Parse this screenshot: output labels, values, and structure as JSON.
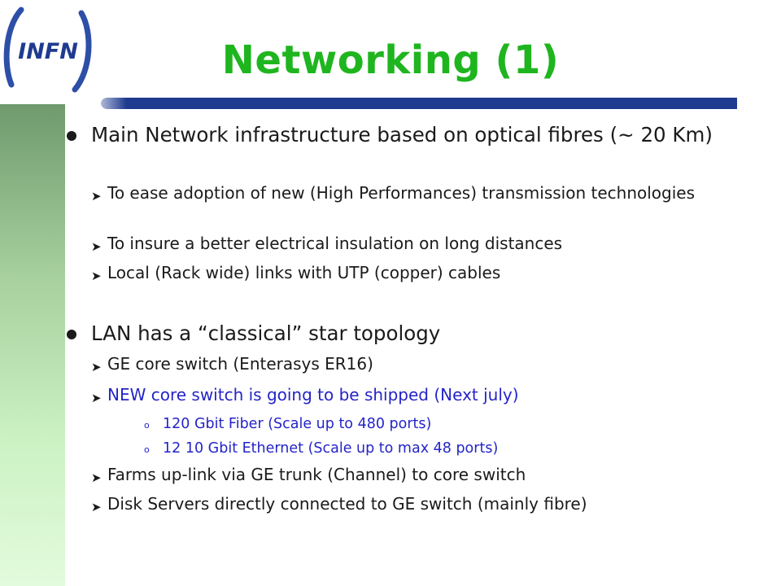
{
  "logo": {
    "text": "INFN",
    "colors": {
      "primary": "#1f3b8f",
      "swoosh": "#2d4fa8"
    }
  },
  "slide": {
    "title": "Networking (1)",
    "colors": {
      "title": "#1fb51f",
      "rule": "#1f3b8f",
      "highlight_text": "#2424c8",
      "sidebar_top": "#6e9a6e",
      "sidebar_bottom": "#e2fbdc"
    },
    "bullets": [
      {
        "text": "Main Network infrastructure based on optical fibres (~ 20 Km)",
        "subs": [
          {
            "text": "To ease adoption of new (High Performances) transmission technologies"
          },
          {
            "text": "To insure a better electrical insulation on long distances"
          },
          {
            "text": "Local (Rack wide) links with UTP (copper) cables"
          }
        ]
      },
      {
        "text": "LAN has a “classical” star topology",
        "subs": [
          {
            "text": "GE core switch (Enterasys ER16)"
          },
          {
            "text": "NEW core switch is going to be shipped (Next july)",
            "subs": [
              {
                "text": "120 Gbit Fiber (Scale up to 480 ports)"
              },
              {
                "text": "12 10 Gbit Ethernet (Scale up to max 48 ports)"
              }
            ]
          },
          {
            "text": "Farms up-link via GE trunk (Channel) to core switch"
          },
          {
            "text": "Disk Servers directly connected to GE switch (mainly fibre)"
          }
        ]
      }
    ]
  }
}
